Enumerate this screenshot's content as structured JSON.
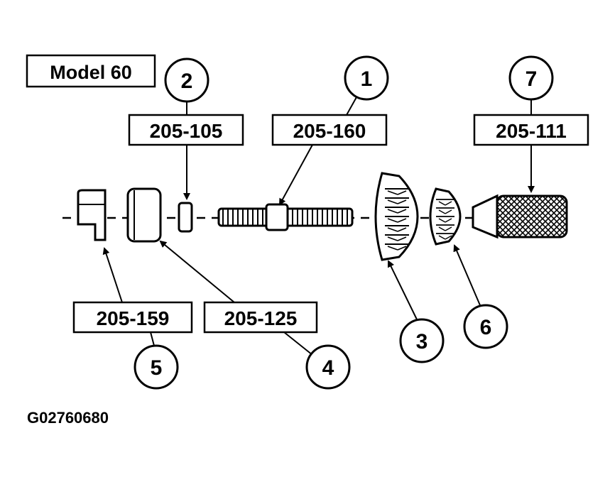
{
  "model_label": "Model 60",
  "figure_id": "G02760680",
  "parts": [
    {
      "number": "1",
      "code": "205-160"
    },
    {
      "number": "2",
      "code": "205-105"
    },
    {
      "number": "3",
      "code": ""
    },
    {
      "number": "4",
      "code": "205-125"
    },
    {
      "number": "5",
      "code": "205-159"
    },
    {
      "number": "6",
      "code": ""
    },
    {
      "number": "7",
      "code": "205-111"
    }
  ]
}
